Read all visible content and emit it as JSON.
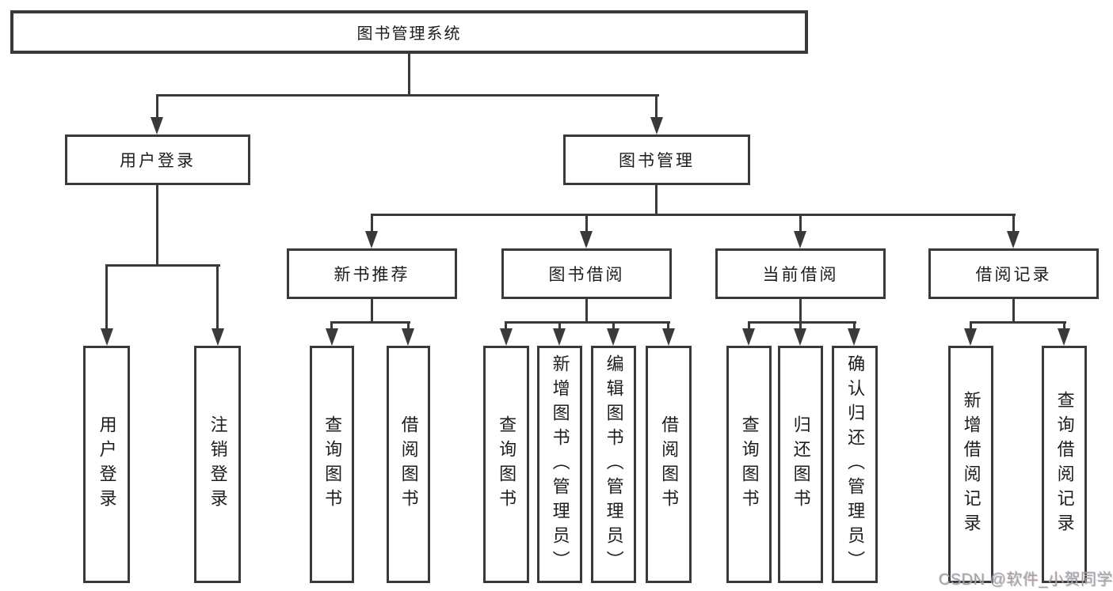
{
  "tree": {
    "root": {
      "label": "图书管理系统"
    },
    "user_login": {
      "label": "用户登录",
      "children": [
        {
          "label": "用户登录"
        },
        {
          "label": "注销登录"
        }
      ]
    },
    "book_mgmt": {
      "label": "图书管理",
      "sections": [
        {
          "label": "新书推荐",
          "children": [
            {
              "label": "查询图书"
            },
            {
              "label": "借阅图书"
            }
          ]
        },
        {
          "label": "图书借阅",
          "children": [
            {
              "label": "查询图书"
            },
            {
              "label": "新增图书（管理员）"
            },
            {
              "label": "编辑图书（管理员）"
            },
            {
              "label": "借阅图书"
            }
          ]
        },
        {
          "label": "当前借阅",
          "children": [
            {
              "label": "查询图书"
            },
            {
              "label": "归还图书"
            },
            {
              "label": "确认归还（管理员）"
            }
          ]
        },
        {
          "label": "借阅记录",
          "children": [
            {
              "label": "新增借阅记录"
            },
            {
              "label": "查询借阅记录"
            }
          ]
        }
      ]
    }
  },
  "watermark": {
    "text": "CSDN @软件_小贺同学"
  },
  "colors": {
    "line": "#3a3a3a",
    "text": "#1d1d1d",
    "watermark": "#a3a3a3",
    "background": "#ffffff"
  }
}
